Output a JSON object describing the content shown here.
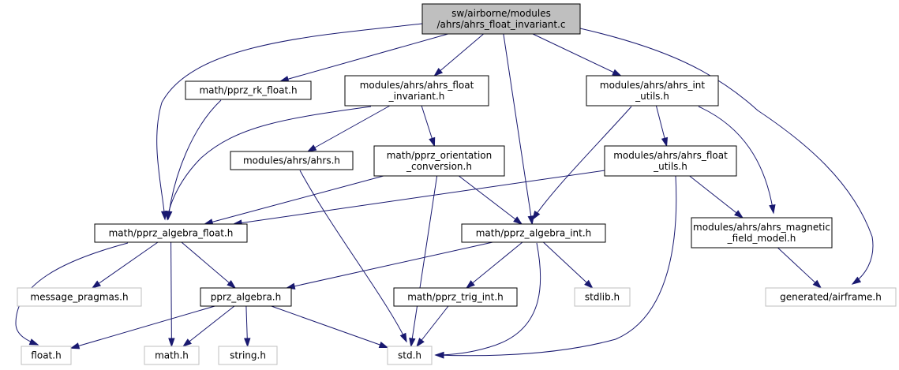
{
  "graph": {
    "nodes": [
      {
        "id": "root",
        "lines": [
          "sw/airborne/modules",
          "/ahrs/ahrs_float_invariant.c"
        ],
        "style": "root"
      },
      {
        "id": "rk_float",
        "lines": [
          "math/pprz_rk_float.h"
        ],
        "style": "normal"
      },
      {
        "id": "afi_h",
        "lines": [
          "modules/ahrs/ahrs_float",
          "_invariant.h"
        ],
        "style": "normal"
      },
      {
        "id": "int_utils",
        "lines": [
          "modules/ahrs/ahrs_int",
          "_utils.h"
        ],
        "style": "normal"
      },
      {
        "id": "ahrs_h",
        "lines": [
          "modules/ahrs/ahrs.h"
        ],
        "style": "normal"
      },
      {
        "id": "orient",
        "lines": [
          "math/pprz_orientation",
          "_conversion.h"
        ],
        "style": "normal"
      },
      {
        "id": "float_utils",
        "lines": [
          "modules/ahrs/ahrs_float",
          "_utils.h"
        ],
        "style": "normal"
      },
      {
        "id": "alg_float",
        "lines": [
          "math/pprz_algebra_float.h"
        ],
        "style": "normal"
      },
      {
        "id": "alg_int",
        "lines": [
          "math/pprz_algebra_int.h"
        ],
        "style": "normal"
      },
      {
        "id": "mag_field",
        "lines": [
          "modules/ahrs/ahrs_magnetic",
          "_field_model.h"
        ],
        "style": "normal"
      },
      {
        "id": "msg_pragmas",
        "lines": [
          "message_pragmas.h"
        ],
        "style": "ext"
      },
      {
        "id": "pprz_alg",
        "lines": [
          "pprz_algebra.h"
        ],
        "style": "normal"
      },
      {
        "id": "trig_int",
        "lines": [
          "math/pprz_trig_int.h"
        ],
        "style": "normal"
      },
      {
        "id": "stdlib",
        "lines": [
          "stdlib.h"
        ],
        "style": "ext"
      },
      {
        "id": "airframe",
        "lines": [
          "generated/airframe.h"
        ],
        "style": "ext"
      },
      {
        "id": "float_h",
        "lines": [
          "float.h"
        ],
        "style": "ext"
      },
      {
        "id": "math_h",
        "lines": [
          "math.h"
        ],
        "style": "ext"
      },
      {
        "id": "string_h",
        "lines": [
          "string.h"
        ],
        "style": "ext"
      },
      {
        "id": "std_h",
        "lines": [
          "std.h"
        ],
        "style": "ext"
      }
    ],
    "edges": [
      [
        "root",
        "alg_float"
      ],
      [
        "root",
        "rk_float"
      ],
      [
        "root",
        "afi_h"
      ],
      [
        "root",
        "alg_int"
      ],
      [
        "root",
        "int_utils"
      ],
      [
        "root",
        "airframe"
      ],
      [
        "rk_float",
        "alg_float"
      ],
      [
        "afi_h",
        "alg_float"
      ],
      [
        "afi_h",
        "ahrs_h"
      ],
      [
        "afi_h",
        "orient"
      ],
      [
        "int_utils",
        "alg_int"
      ],
      [
        "int_utils",
        "float_utils"
      ],
      [
        "int_utils",
        "mag_field"
      ],
      [
        "ahrs_h",
        "std_h"
      ],
      [
        "orient",
        "alg_float"
      ],
      [
        "orient",
        "alg_int"
      ],
      [
        "orient",
        "std_h"
      ],
      [
        "float_utils",
        "alg_float"
      ],
      [
        "float_utils",
        "mag_field"
      ],
      [
        "float_utils",
        "std_h"
      ],
      [
        "alg_float",
        "float_h"
      ],
      [
        "alg_float",
        "msg_pragmas"
      ],
      [
        "alg_float",
        "math_h"
      ],
      [
        "alg_float",
        "pprz_alg"
      ],
      [
        "alg_int",
        "pprz_alg"
      ],
      [
        "alg_int",
        "trig_int"
      ],
      [
        "alg_int",
        "stdlib"
      ],
      [
        "alg_int",
        "std_h"
      ],
      [
        "mag_field",
        "airframe"
      ],
      [
        "pprz_alg",
        "float_h"
      ],
      [
        "pprz_alg",
        "math_h"
      ],
      [
        "pprz_alg",
        "string_h"
      ],
      [
        "pprz_alg",
        "std_h"
      ],
      [
        "trig_int",
        "std_h"
      ]
    ],
    "colors": {
      "edge": "#191970",
      "root_fill": "#bfbfbf",
      "external_border": "#bfbfbf"
    }
  }
}
